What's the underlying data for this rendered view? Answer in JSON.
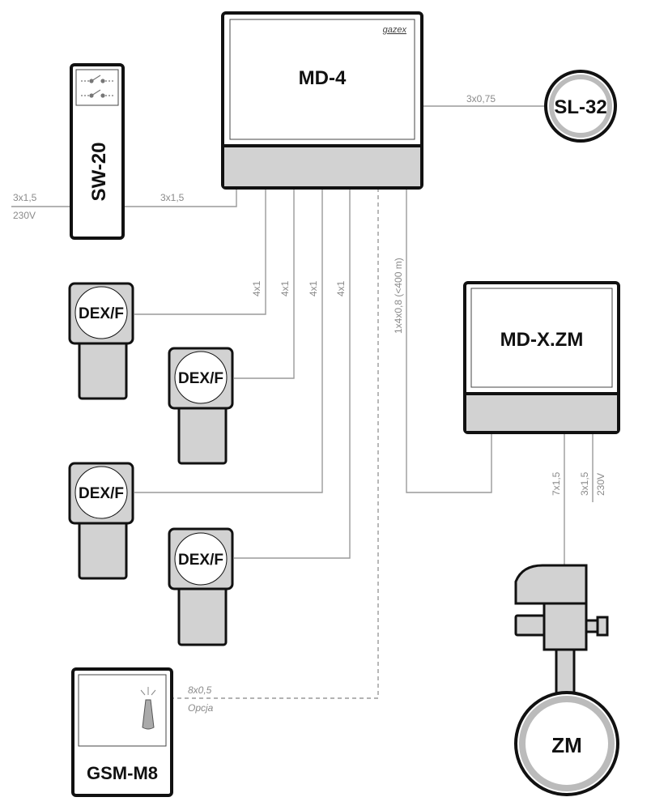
{
  "colors": {
    "outline": "#111111",
    "fill_grey": "#d2d2d2",
    "wire": "#9a9a9a",
    "wire_text": "#8a8a8a",
    "background": "#ffffff"
  },
  "devices": {
    "md4": {
      "label": "MD-4",
      "brand": "gazex"
    },
    "sl32": {
      "label": "SL-32"
    },
    "sw20": {
      "label": "SW-20"
    },
    "dex_1": {
      "label": "DEX/F"
    },
    "dex_2": {
      "label": "DEX/F"
    },
    "dex_3": {
      "label": "DEX/F"
    },
    "dex_4": {
      "label": "DEX/F"
    },
    "mdxzm": {
      "label": "MD-X.ZM"
    },
    "zm": {
      "label": "ZM"
    },
    "gsm": {
      "label": "GSM-M8"
    }
  },
  "wires": {
    "power_in": {
      "line1": "3x1,5",
      "line2": "230V"
    },
    "sw_to_md": "3x1,5",
    "md_to_sl": "3x0,75",
    "dex_1": "4x1",
    "dex_2": "4x1",
    "dex_3": "4x1",
    "dex_4": "4x1",
    "md_to_mdx": "1x4x0,8 (<400 m)",
    "mdx_to_valve": "7x1,5",
    "mdx_power": {
      "line1": "3x1,5",
      "line2": "230V"
    },
    "gsm": {
      "line1": "8x0,5",
      "line2": "Opcja"
    }
  }
}
